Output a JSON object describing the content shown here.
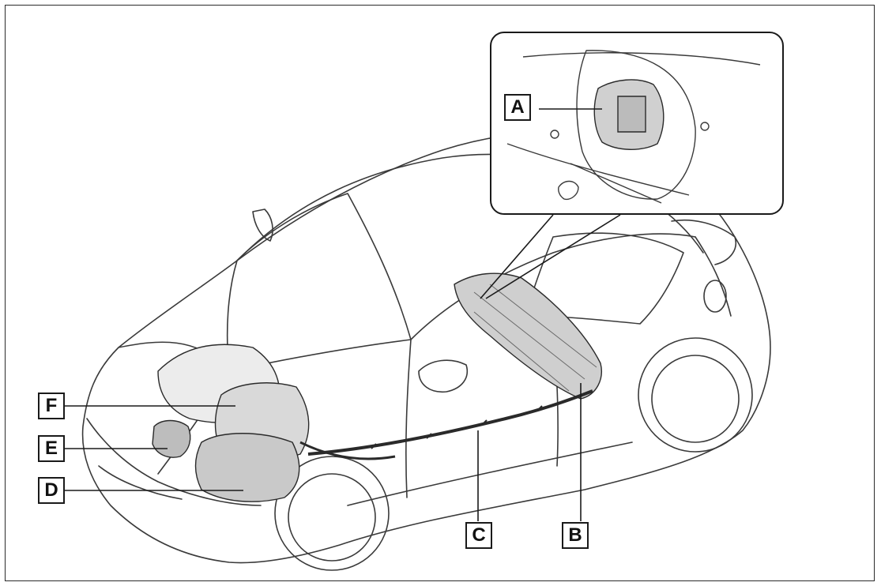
{
  "callouts": {
    "a": "A",
    "b": "B",
    "c": "C",
    "d": "D",
    "e": "E",
    "f": "F"
  },
  "colors": {
    "line": "#1a1a1a",
    "sketch": "#3a3a3a",
    "shade": "#8a8a8a",
    "background": "#ffffff"
  }
}
